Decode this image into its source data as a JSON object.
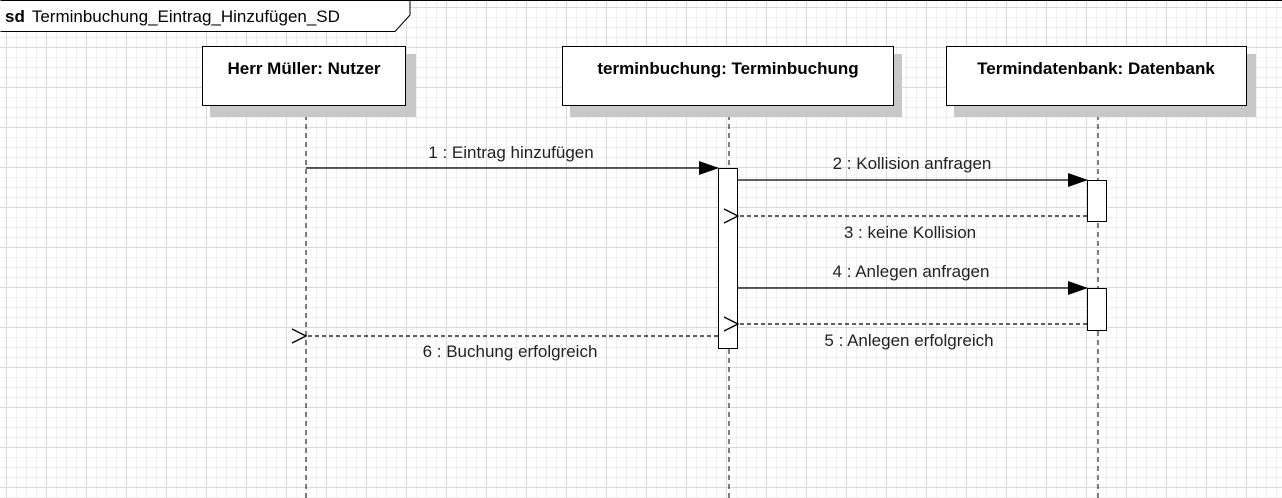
{
  "frame": {
    "keyword": "sd",
    "name": "Terminbuchung_Eintrag_Hinzufügen_SD"
  },
  "lifelines": [
    {
      "id": "nutzer",
      "label": "Herr Müller: Nutzer"
    },
    {
      "id": "terminbuchung",
      "label": "terminbuchung: Terminbuchung"
    },
    {
      "id": "datenbank",
      "label": "Termindatenbank: Datenbank"
    }
  ],
  "messages": [
    {
      "number": 1,
      "label": "1 : Eintrag hinzufügen",
      "from": "nutzer",
      "to": "terminbuchung",
      "kind": "sync"
    },
    {
      "number": 2,
      "label": "2 : Kollision anfragen",
      "from": "terminbuchung",
      "to": "datenbank",
      "kind": "sync"
    },
    {
      "number": 3,
      "label": "3 : keine Kollision",
      "from": "datenbank",
      "to": "terminbuchung",
      "kind": "return"
    },
    {
      "number": 4,
      "label": "4 : Anlegen anfragen",
      "from": "terminbuchung",
      "to": "datenbank",
      "kind": "sync"
    },
    {
      "number": 5,
      "label": "5 : Anlegen erfolgreich",
      "from": "datenbank",
      "to": "terminbuchung",
      "kind": "return"
    },
    {
      "number": 6,
      "label": "6 : Buchung erfolgreich",
      "from": "terminbuchung",
      "to": "nutzer",
      "kind": "return"
    }
  ],
  "colors": {
    "line": "#000000",
    "box_fill": "#ffffff",
    "box_shadow": "#c8c8c8",
    "label_text": "#222222"
  }
}
